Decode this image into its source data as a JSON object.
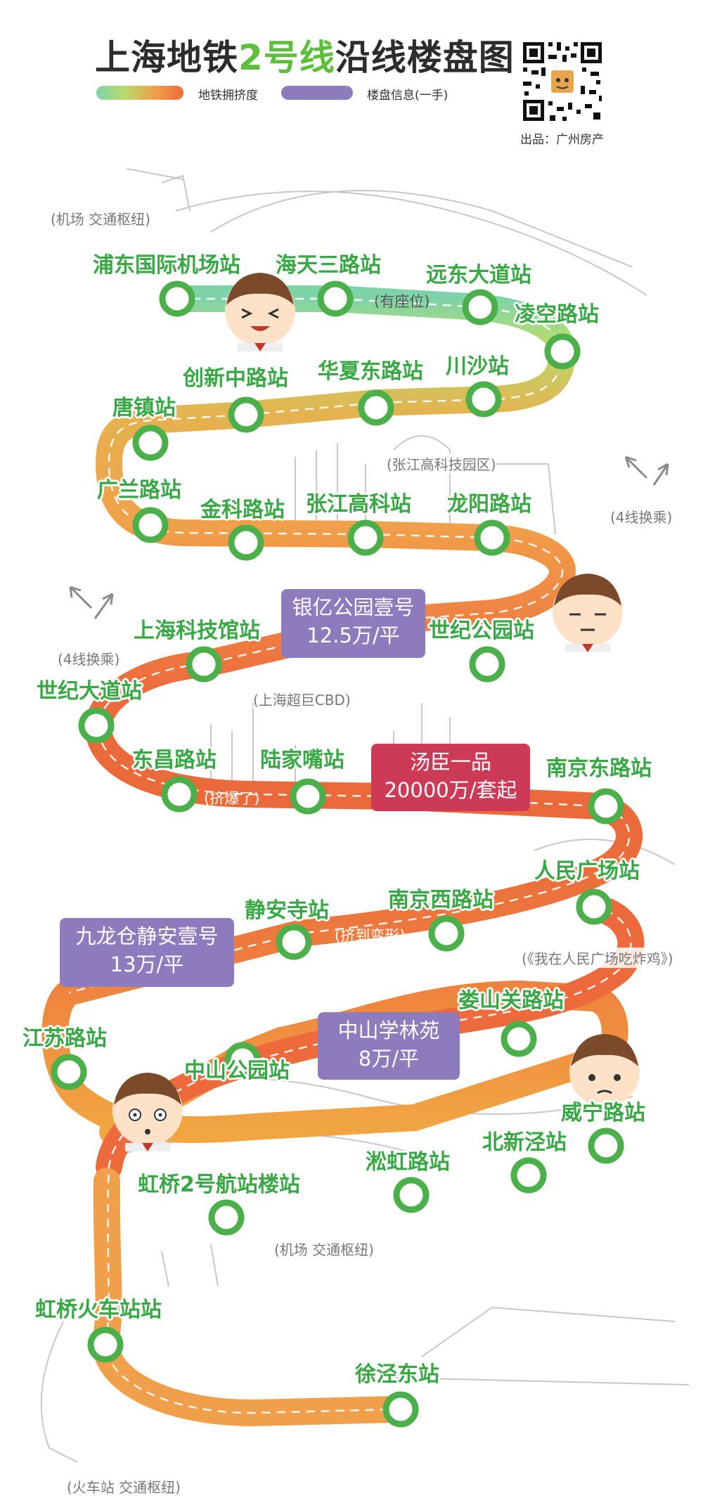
{
  "title": {
    "prefix": "上海地铁",
    "highlight": "2号线",
    "suffix": "沿线楼盘图"
  },
  "legend": {
    "crowding_label": "地铁拥挤度",
    "property_label": "楼盘信息(一手)"
  },
  "credit": "出品：广州房产",
  "colors": {
    "accent_green": "#5cbf3a",
    "station_text": "#37a844",
    "purple_box": "#8e7bbd",
    "red_box": "#cc3a56"
  },
  "stations": [
    "浦东国际机场站",
    "海天三路站",
    "远东大道站",
    "凌空路站",
    "川沙站",
    "华夏东路站",
    "创新中路站",
    "唐镇站",
    "广兰路站",
    "金科路站",
    "张江高科站",
    "龙阳路站",
    "世纪公园站",
    "上海科技馆站",
    "世纪大道站",
    "东昌路站",
    "陆家嘴站",
    "南京东路站",
    "人民广场站",
    "南京西路站",
    "静安寺站",
    "江苏路站",
    "中山公园站",
    "娄山关路站",
    "威宁路站",
    "北新泾站",
    "淞虹路站",
    "虹桥2号航站楼站",
    "虹桥火车站站",
    "徐泾东站"
  ],
  "area_notes": {
    "airport": "(机场  交通枢纽)",
    "zhangjiang": "(张江高科技园区)",
    "transfer_a": "(4线换乘)",
    "transfer_b": "(4线换乘)",
    "cbd": "(上海超巨CBD)",
    "people_square": "(《我在人民广场吃炸鸡》)",
    "hongqiao_airport": "(机场  交通枢纽)",
    "railway": "(火车站  交通枢纽)"
  },
  "segment_notes": {
    "seated": "(有座位)",
    "packed": "(挤爆了)",
    "squeezed": "(挤到变形)",
    "packed2": "(挤爆了)"
  },
  "properties": [
    {
      "name": "银亿公园壹号",
      "price": "12.5万/平"
    },
    {
      "name": "汤臣一品",
      "price": "20000万/套起"
    },
    {
      "name": "九龙仓静安壹号",
      "price": "13万/平"
    },
    {
      "name": "中山学林苑",
      "price": "8万/平"
    }
  ]
}
